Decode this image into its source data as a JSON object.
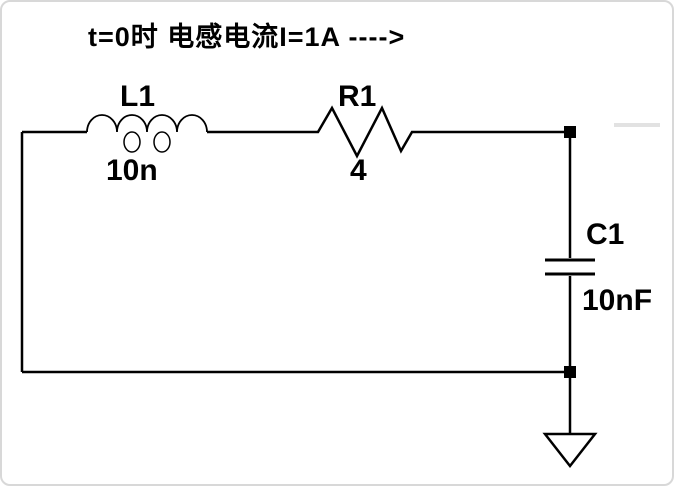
{
  "title": {
    "text": "t=0时  电感电流I=1A  ---->"
  },
  "components": {
    "inductor": {
      "label": "L1",
      "value": "10n"
    },
    "resistor": {
      "label": "R1",
      "value": "4"
    },
    "capacitor": {
      "label": "C1",
      "value": "10nF"
    }
  },
  "colors": {
    "line": "#000000",
    "background": "#ffffff",
    "border": "#d8d8d8"
  }
}
